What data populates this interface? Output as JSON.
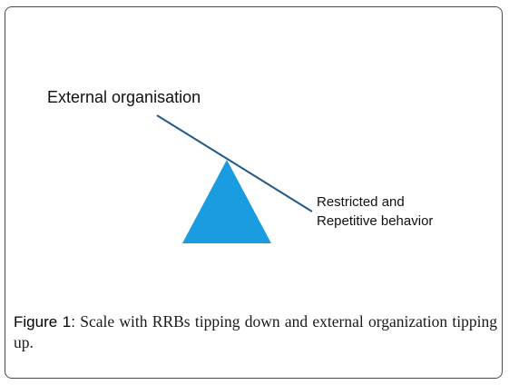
{
  "diagram": {
    "label_top": "External organisation",
    "label_right_line1": "Restricted and",
    "label_right_line2": "Repetitive behavior",
    "fulcrum_color": "#1a9de0",
    "beam_color": "#1f5a8c"
  },
  "caption": {
    "label": "Figure 1:",
    "text": "Scale with RRBs tipping down and external organization tipping up."
  }
}
